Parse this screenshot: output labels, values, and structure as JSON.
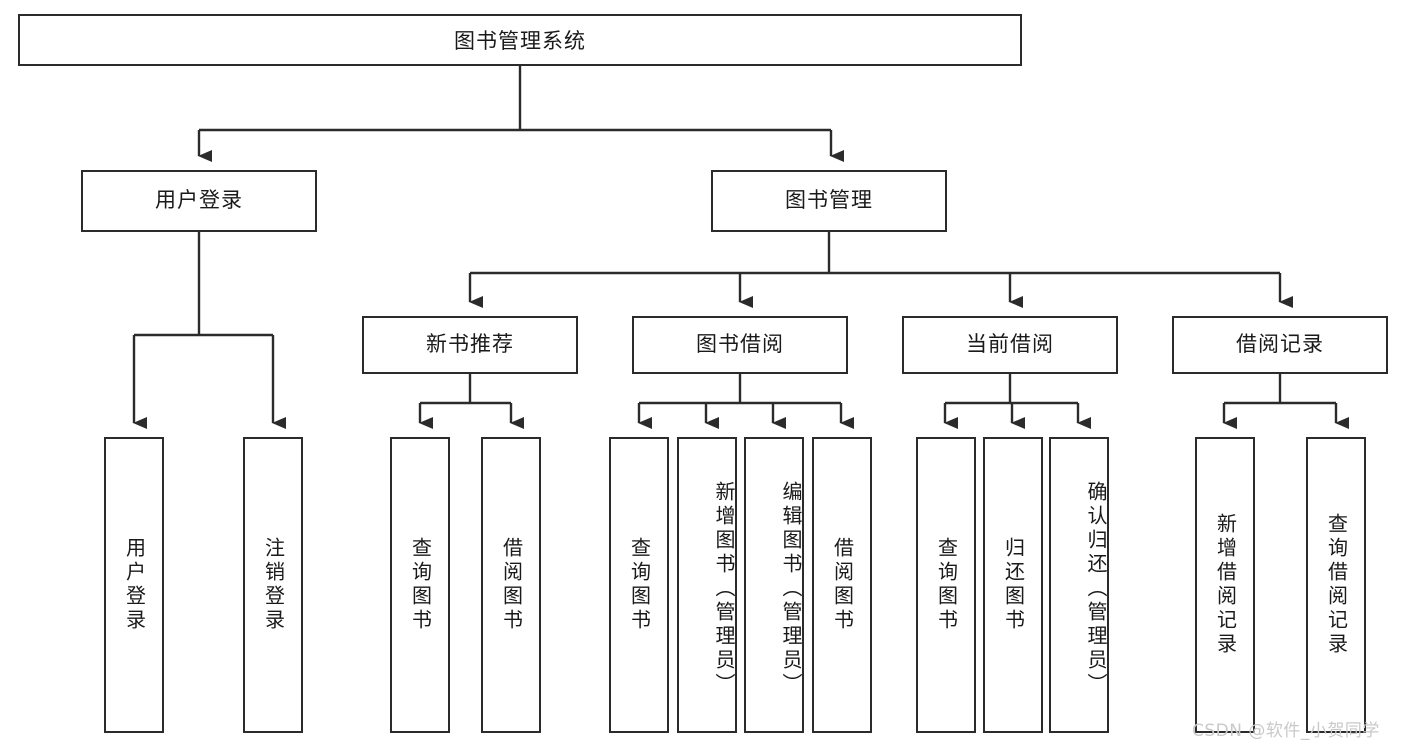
{
  "diagram": {
    "type": "tree",
    "title": "图书管理系统",
    "orientation": "top-down",
    "root": {
      "id": "root",
      "label": "图书管理系统"
    },
    "level2": [
      {
        "id": "user-login",
        "label": "用户登录"
      },
      {
        "id": "book-manage",
        "label": "图书管理"
      }
    ],
    "level3": [
      {
        "id": "new-book-rec",
        "label": "新书推荐"
      },
      {
        "id": "book-borrow",
        "label": "图书借阅"
      },
      {
        "id": "current-borrow",
        "label": "当前借阅"
      },
      {
        "id": "borrow-record",
        "label": "借阅记录"
      }
    ],
    "leaves": [
      {
        "id": "leaf-user-login",
        "label": "用户登录",
        "parent": "user-login",
        "vertical_align": "middle"
      },
      {
        "id": "leaf-logout",
        "label": "注销登录",
        "parent": "user-login",
        "vertical_align": "middle"
      },
      {
        "id": "leaf-query-book-1",
        "label": "查询图书",
        "parent": "new-book-rec",
        "vertical_align": "middle"
      },
      {
        "id": "leaf-borrow-book-1",
        "label": "借阅图书",
        "parent": "new-book-rec",
        "vertical_align": "middle"
      },
      {
        "id": "leaf-query-book-2",
        "label": "查询图书",
        "parent": "book-borrow",
        "vertical_align": "middle"
      },
      {
        "id": "leaf-add-book",
        "label": "新增图书（管理员）",
        "parent": "book-borrow",
        "vertical_align": "top"
      },
      {
        "id": "leaf-edit-book",
        "label": "编辑图书（管理员）",
        "parent": "book-borrow",
        "vertical_align": "top"
      },
      {
        "id": "leaf-borrow-book-2",
        "label": "借阅图书",
        "parent": "book-borrow",
        "vertical_align": "middle"
      },
      {
        "id": "leaf-query-book-3",
        "label": "查询图书",
        "parent": "current-borrow",
        "vertical_align": "middle"
      },
      {
        "id": "leaf-return-book",
        "label": "归还图书",
        "parent": "current-borrow",
        "vertical_align": "middle"
      },
      {
        "id": "leaf-confirm-return",
        "label": "确认归还（管理员）",
        "parent": "current-borrow",
        "vertical_align": "top"
      },
      {
        "id": "leaf-add-record",
        "label": "新增借阅记录",
        "parent": "borrow-record",
        "vertical_align": "middle"
      },
      {
        "id": "leaf-query-record",
        "label": "查询借阅记录",
        "parent": "borrow-record",
        "vertical_align": "middle"
      }
    ],
    "colors": {
      "stroke": "#2b2b2b",
      "fill": "#ffffff",
      "text": "#1a1a1a",
      "watermark": "#c9c9c9"
    }
  },
  "watermark": {
    "text": "CSDN @软件_小贺同学"
  }
}
